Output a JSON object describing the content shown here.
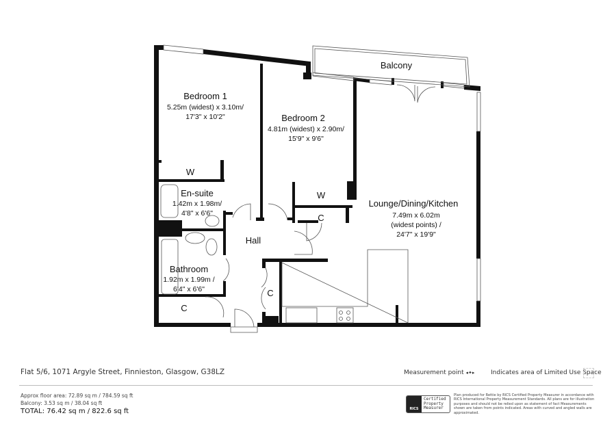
{
  "plan": {
    "rooms": {
      "balcony": {
        "name": "Balcony"
      },
      "bedroom1": {
        "name": "Bedroom 1",
        "dim1": "5.25m (widest) x 3.10m/",
        "dim2": "17'3\" x 10'2\""
      },
      "bedroom2": {
        "name": "Bedroom 2",
        "dim1": "4.81m (widest) x 2.90m/",
        "dim2": "15'9\" x 9'6\""
      },
      "lounge": {
        "name": "Lounge/Dining/Kitchen",
        "dim1": "7.49m x 6.02m",
        "dim2": "(widest points) /",
        "dim3": "24'7\" x 19'9\""
      },
      "ensuite": {
        "name": "En-suite",
        "dim1": "1.42m x 1.98m/",
        "dim2": "4'8\" x 6'6\""
      },
      "bathroom": {
        "name": "Bathroom",
        "dim1": "1.92m x 1.99m /",
        "dim2": "6'4\" x 6'6\""
      },
      "hall": {
        "name": "Hall"
      },
      "wardrobe1": {
        "name": "W"
      },
      "wardrobe2": {
        "name": "W"
      },
      "cupboard_bed2": {
        "name": "C"
      },
      "cupboard_hall": {
        "name": "C"
      },
      "cupboard_bath": {
        "name": "C"
      }
    }
  },
  "footer": {
    "address": "Flat 5/6, 1071 Argyle Street, Finnieston, Glasgow, G38LZ",
    "measurement_point": "Measurement point",
    "limited_use": "Indicates area of  Limited Use Space",
    "floor_area": "Approx floor area: 72.89 sq m / 784.59 sq ft",
    "balcony_area": "Balcony: 3.53 sq m / 38.04 sq ft",
    "total": "TOTAL: 76.42 sq m / 822.6 sq ft",
    "rics_badge": {
      "brand": "RICS",
      "line1": "Certified",
      "line2": "Property",
      "line3": "Measurer"
    },
    "disclaimer": "Plan produced for Rettie by RICS Certified Property Measurer in accordance with RICS International Property Measurement Standards. All plans are for illustration purposes and should not be relied upon as statement of fact Measurements shown are taken from points indicated. Areas with curved and angled walls are approximated."
  }
}
